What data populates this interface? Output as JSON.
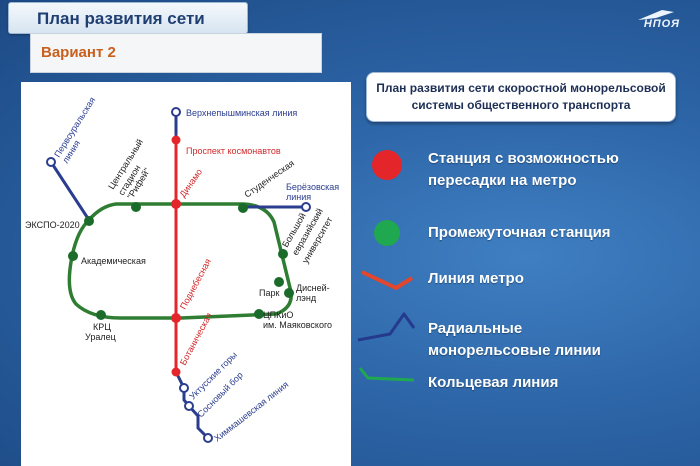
{
  "header": {
    "title": "План развития сети",
    "logo_text": "НПОЯ"
  },
  "variant": {
    "label": "Вариант 2"
  },
  "plan_title": {
    "line1": "План развития сети скоростной монорельсовой",
    "line2": "системы общественного транспорта"
  },
  "legend": [
    {
      "label_1": "Станция с возможностью",
      "label_2": "пересадки на метро",
      "color": "#e4262b",
      "icon": "red-circle"
    },
    {
      "label_1": "Промежуточная станция",
      "label_2": "",
      "color": "#1fa84f",
      "icon": "green-circle"
    },
    {
      "label_1": "Линия метро",
      "label_2": "",
      "color": "#e2462c",
      "icon": "red-line"
    },
    {
      "label_1": "Радиальные",
      "label_2": "монорельсовые линии",
      "color": "#253a8c",
      "icon": "blue-line"
    },
    {
      "label_1": "Кольцевая линия",
      "label_2": "",
      "color": "#1fa84f",
      "icon": "green-line"
    }
  ],
  "map": {
    "colors": {
      "ring": "#2e7d32",
      "metro": "#e4262b",
      "radial": "#2b3d8f",
      "station": "#1b6b2a"
    },
    "labels": {
      "verkhnepyshma": "Верхнепышминская линия",
      "prospekt": "Проспект космонавтов",
      "pervouralsk_1": "Первоуральская",
      "pervouralsk_2": "линия",
      "central_1": "Центральный",
      "central_2": "стадион",
      "central_3": "\"Рифей\"",
      "dinamo": "Динамо",
      "studencheskaya": "Студенческая",
      "berezovsk_1": "Берёзовская",
      "berezovsk_2": "линия",
      "expo": "ЭКСПО-2020",
      "univ_1": "Большой",
      "univ_2": "евразийский",
      "univ_3": "университет",
      "akadem": "Академическая",
      "podnebesnaya": "Поднебесная",
      "park": "Парк",
      "disney_1": "Дисней-",
      "disney_2": "лэнд",
      "krc_1": "КРЦ",
      "krc_2": "Уралец",
      "cpkio_1": "ЦПКиО",
      "cpkio_2": "им. Маяковского",
      "botanicheskaya": "Ботаническая",
      "utkus": "Уктусские горы",
      "sosnoviy": "Сосновый бор",
      "khimmash": "Химмашевская линия"
    }
  }
}
